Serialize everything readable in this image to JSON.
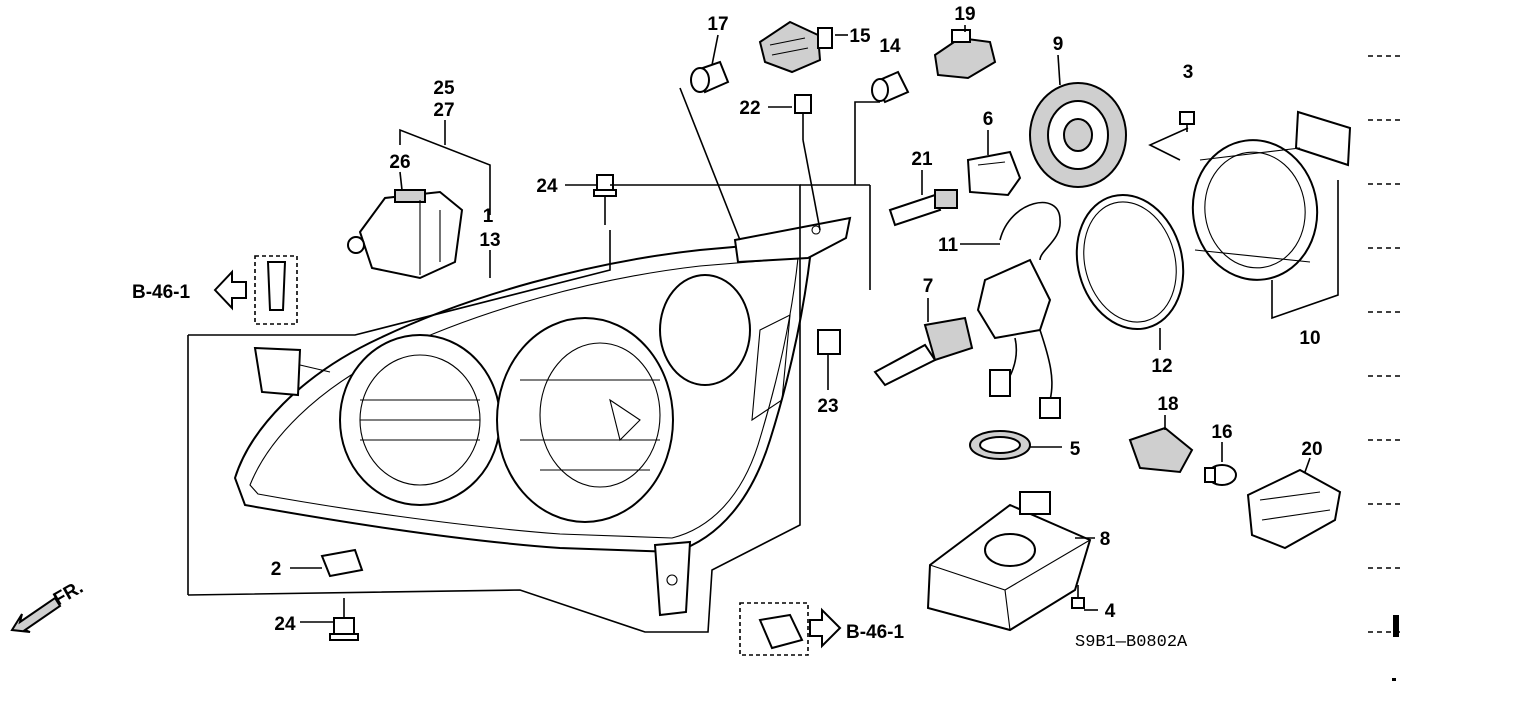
{
  "labels": {
    "p1": "1",
    "p2": "2",
    "p3": "3",
    "p4": "4",
    "p5": "5",
    "p6": "6",
    "p7": "7",
    "p8": "8",
    "p9": "9",
    "p10": "10",
    "p11": "11",
    "p12": "12",
    "p13": "13",
    "p14": "14",
    "p15": "15",
    "p16": "16",
    "p17": "17",
    "p18": "18",
    "p19": "19",
    "p20": "20",
    "p21": "21",
    "p22": "22",
    "p23": "23",
    "p24a": "24",
    "p24b": "24",
    "p25": "25",
    "p26": "26",
    "p27": "27"
  },
  "references": {
    "left": "B-46-1",
    "bottom": "B-46-1"
  },
  "front_indicator": "FR.",
  "diagram_code": "S9B1—B0802A"
}
